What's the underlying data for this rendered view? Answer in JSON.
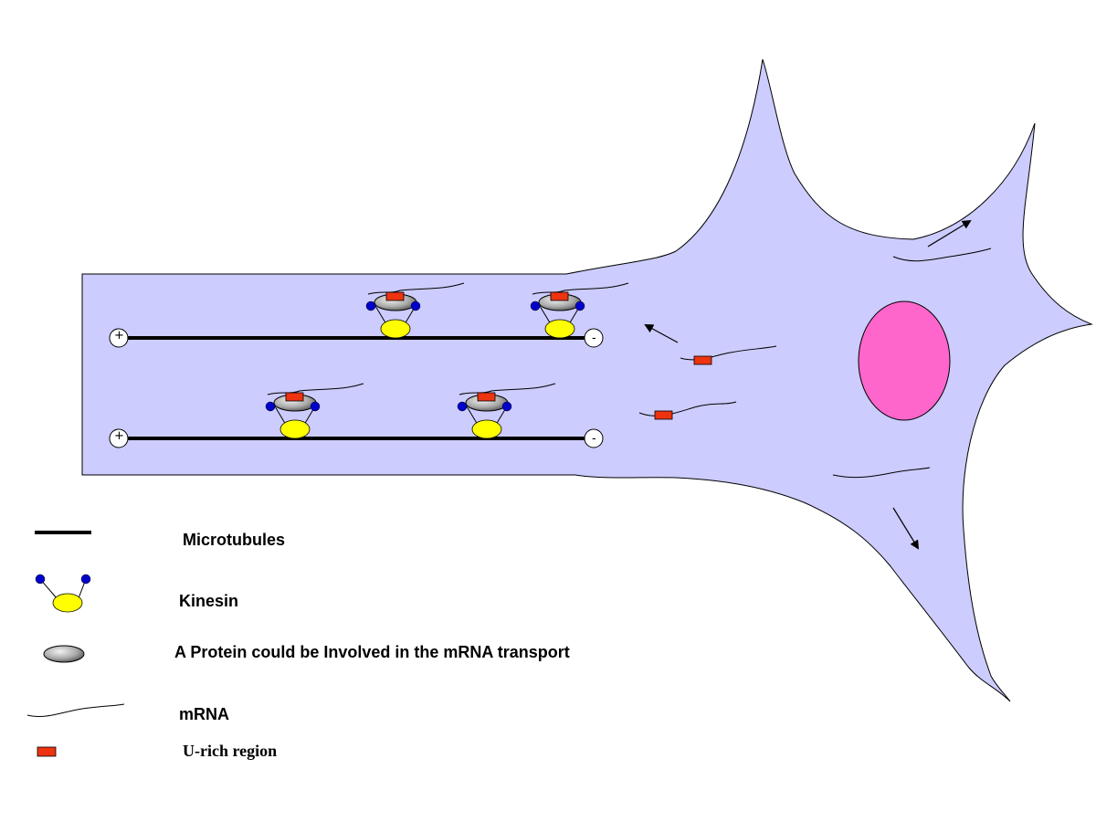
{
  "colors": {
    "cytoplasm": "#ccccff",
    "nucleus": "#ff66cc",
    "kinesin_head": "#0000cc",
    "kinesin_body": "#ffff00",
    "u_rich": "#ee3311",
    "microtubule": "#000000"
  },
  "icons": [
    "plus-end-marker",
    "minus-end-marker",
    "arrow",
    "kinesin",
    "protein-ellipse",
    "mrna-strand",
    "u-rich-box"
  ],
  "microtubule_ends": {
    "plus": "+",
    "minus": "-"
  },
  "legend": {
    "microtubules": "Microtubules",
    "kinesin": "Kinesin",
    "protein": "A Protein could be Involved in the mRNA transport",
    "mrna": "mRNA",
    "u_rich": "U-rich region"
  }
}
